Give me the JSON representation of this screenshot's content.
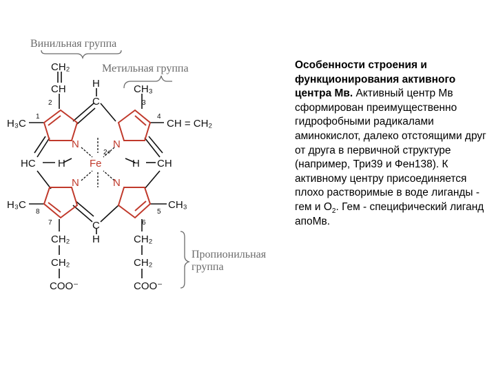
{
  "diagram": {
    "labels": {
      "vinyl_group": "Винильная группа",
      "methyl_group": "Метильная группа",
      "propionyl_group": "Пропионильная",
      "propionyl_group_line2": "группа"
    },
    "atoms": {
      "ch2": "CH₂",
      "ch": "CH",
      "h": "H",
      "c": "C",
      "h3c": "H₃C",
      "hc": "HC",
      "ch3": "CH₃",
      "n": "N",
      "fe": "Fe",
      "fe_charge": "2+",
      "vinyl_right": "CH = CH₂",
      "coo": "COO⁻"
    },
    "position_numbers": [
      "1",
      "2",
      "3",
      "4",
      "5",
      "6",
      "7",
      "8"
    ]
  },
  "text_block": {
    "heading": "Особенности строения и функционирования активного центра Мв.",
    "body_part1": " Активный центр Мв сформирован преимущественно гидрофобными радикалами аминокислот, далеко отстоящими друг от друга в первичной структуре (например, Три39 и Фен138). К активному центру присоединяется плохо растворимые в воде лиганды - гем и О",
    "o2_subscript": "2",
    "body_part2": ". Гем - специфический лиганд апоМв."
  },
  "colors": {
    "ring_red": "#c0392b",
    "bond_black": "#111111",
    "annotation_gray": "#6b6b6b"
  }
}
